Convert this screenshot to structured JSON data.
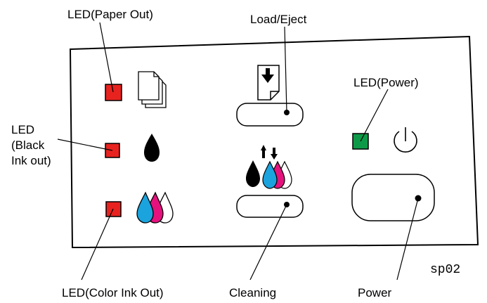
{
  "labels": {
    "led_paper_out": "LED(Paper Out)",
    "load_eject": "Load/Eject",
    "led_power": "LED(Power)",
    "led_black_line1": "LED",
    "led_black_line2": "(Black",
    "led_black_line3": "Ink out)",
    "led_color_ink_out": "LED(Color Ink Out)",
    "cleaning": "Cleaning",
    "power": "Power",
    "figure_id": "sp02"
  },
  "colors": {
    "led_error": "#e8231f",
    "led_power": "#0d9a48",
    "ink_black": "#000000",
    "ink_cyan": "#1ba3dd",
    "ink_magenta": "#e5127d",
    "ink_white": "#ffffff"
  },
  "icons": {
    "paper_stack": "paper-stack-icon",
    "black_drop": "black-ink-drop-icon",
    "color_drops": "color-ink-drops-icon",
    "load_eject": "load-eject-icon",
    "cleaning": "cleaning-icon",
    "power": "power-symbol-icon"
  }
}
